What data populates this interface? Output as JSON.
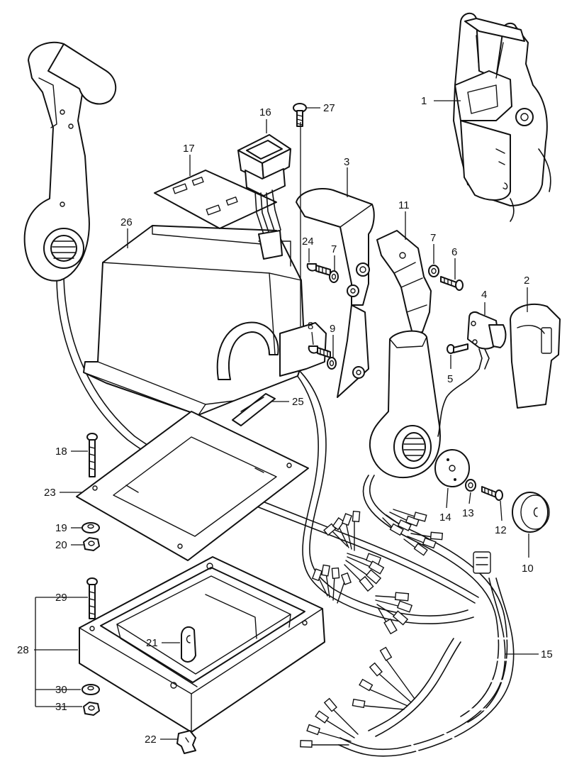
{
  "callouts": [
    {
      "id": "c1",
      "label": "1"
    },
    {
      "id": "c2",
      "label": "2"
    },
    {
      "id": "c3",
      "label": "3"
    },
    {
      "id": "c4",
      "label": "4"
    },
    {
      "id": "c5",
      "label": "5"
    },
    {
      "id": "c6",
      "label": "6"
    },
    {
      "id": "c7a",
      "label": "7"
    },
    {
      "id": "c7b",
      "label": "7"
    },
    {
      "id": "c8",
      "label": "8"
    },
    {
      "id": "c9",
      "label": "9"
    },
    {
      "id": "c10",
      "label": "10"
    },
    {
      "id": "c11",
      "label": "11"
    },
    {
      "id": "c12",
      "label": "12"
    },
    {
      "id": "c13",
      "label": "13"
    },
    {
      "id": "c14",
      "label": "14"
    },
    {
      "id": "c15",
      "label": "15"
    },
    {
      "id": "c16",
      "label": "16"
    },
    {
      "id": "c17",
      "label": "17"
    },
    {
      "id": "c18",
      "label": "18"
    },
    {
      "id": "c19",
      "label": "19"
    },
    {
      "id": "c20",
      "label": "20"
    },
    {
      "id": "c21",
      "label": "21"
    },
    {
      "id": "c22",
      "label": "22"
    },
    {
      "id": "c23",
      "label": "23"
    },
    {
      "id": "c24",
      "label": "24"
    },
    {
      "id": "c25",
      "label": "25"
    },
    {
      "id": "c26",
      "label": "26"
    },
    {
      "id": "c27",
      "label": "27"
    },
    {
      "id": "c28",
      "label": "28"
    },
    {
      "id": "c29",
      "label": "29"
    },
    {
      "id": "c30",
      "label": "30"
    },
    {
      "id": "c31",
      "label": "31"
    }
  ]
}
